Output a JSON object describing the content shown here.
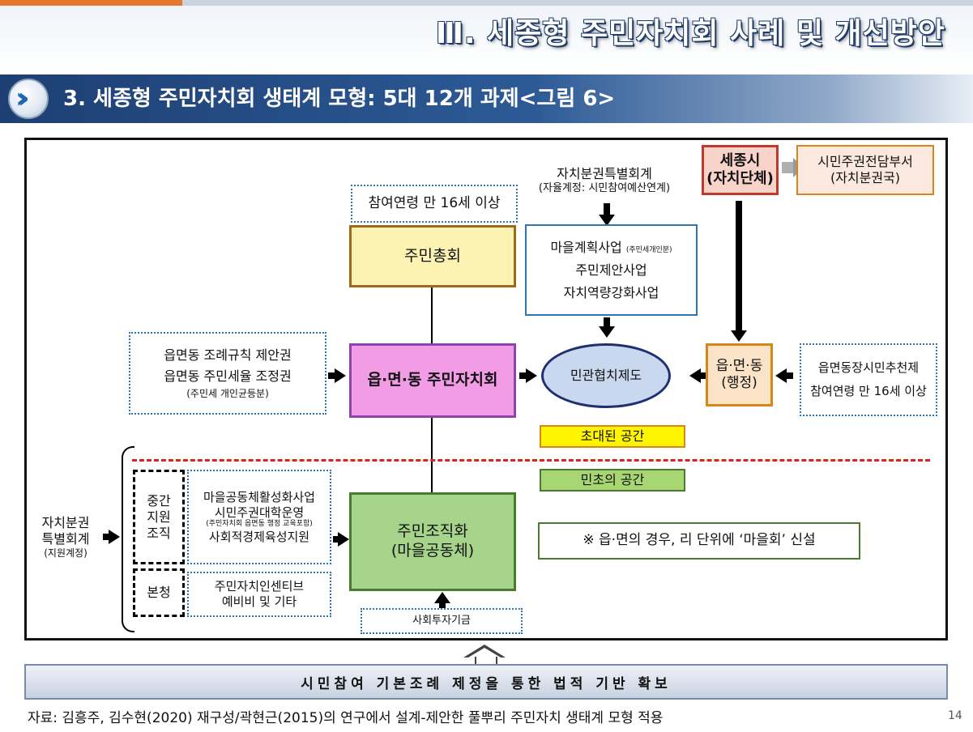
{
  "header": {
    "title": "Ⅲ. 세종형 주민자치회 사례 및 개선방안",
    "subtitle": "3. 세종형 주민자치회 생태계 모형: 5대 12개 과제<그림 6>",
    "nav_icon": "double-chevron-right-icon"
  },
  "diagram": {
    "age_top": "참여연령 만 16세 이상",
    "general_assembly": "주민총회",
    "special_account_title": "자치분권특별회계",
    "special_account_sub": "(자율계정: 시민참여예산연계)",
    "projects": {
      "line1": "마을계획사업",
      "line1_note": "(주민세개인분)",
      "line2": "주민제안사업",
      "line3": "자치역량강화사업"
    },
    "sejong_line1": "세종시",
    "sejong_line2": "(자치단체)",
    "dept_line1": "시민주권전담부서",
    "dept_line2": "(자치분권국)",
    "left_rights": {
      "line1": "읍면동 조례규칙 제안권",
      "line2": "읍면동 주민세율 조정권",
      "line3": "(주민세 개인균등분)"
    },
    "council": "읍·면·동 주민자치회",
    "cooperation": "민관협치제도",
    "admin_line1": "읍·면·동",
    "admin_line2": "(행정)",
    "right_recommend": {
      "line1": "읍면동장시민추천제",
      "line2": "참여연령 만 16세 이상"
    },
    "invited_space": "초대된 공간",
    "grassroots_space": "민초의 공간",
    "left_account": {
      "line1": "자치분권",
      "line2": "특별회계",
      "line3": "(지원계정)"
    },
    "mid_support": [
      "중간",
      "지원",
      "조직"
    ],
    "mid_support_items": {
      "line1": "마을공동체활성화사업",
      "line2": "시민주권대학운영",
      "line3": "(주민자치회 읍면동 행정 교육포함)",
      "line4": "사회적경제육성지원"
    },
    "hq": "본청",
    "hq_items": {
      "line1": "주민자치인센티브",
      "line2": "예비비 및 기타"
    },
    "resident_org_line1": "주민조직화",
    "resident_org_line2": "(마을공동체)",
    "note": "※ 읍·면의 경우, 리 단위에 ‘마을회’ 신설",
    "social_fund": "사회투자기금"
  },
  "footer": {
    "basebar": "시민참여 기본조례 제정을 통한 법적 기반 확보",
    "source": "자료: 김흥주, 김수현(2020) 재구성/곽현근(2015)의 연구에서 설계-제안한 풀뿌리 주민자치 생태계 모형 적용",
    "page": "14"
  },
  "colors": {
    "title_shadow": "#1d3b6b",
    "accent_orange": "#e8772e",
    "council_fill": "#f39ce6",
    "council_border": "#8e44ad",
    "assembly_fill": "#fcf3b3",
    "assembly_border": "#a0691a",
    "cooperation_fill": "#c9d8ef",
    "cooperation_border": "#1f2f6f",
    "admin_fill": "#fbe3c7",
    "admin_border": "#d7861c",
    "sejong_fill": "#f8d3c9",
    "sejong_border": "#c0392b",
    "resident_org_fill": "#a6d48a",
    "resident_org_border": "#4a7a30",
    "invited_fill": "#fff500",
    "grassroots_fill": "#a8d672",
    "dashed_divider": "#d7261e",
    "dotted_border": "#2e75b6"
  }
}
